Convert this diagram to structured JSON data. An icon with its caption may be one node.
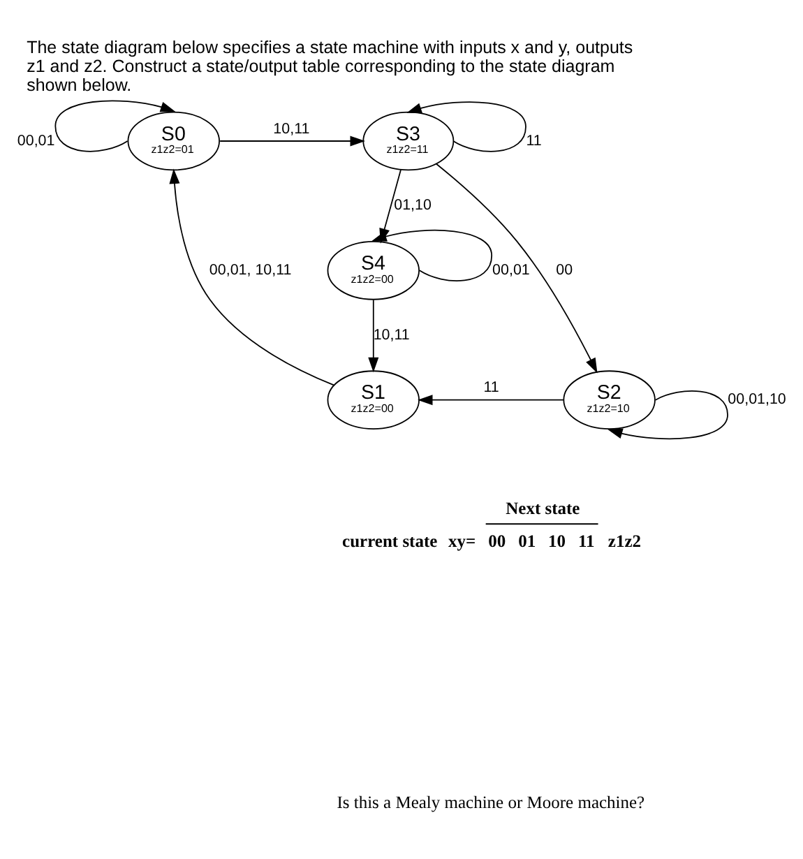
{
  "diagram": {
    "title": "The state diagram below specifies a state machine with inputs x and y, outputs z1 and z2. Construct a state/output table corresponding to the state diagram shown below.",
    "nodes": [
      {
        "text": [
          "S0",
          "z1z2=01"
        ]
      },
      {
        "text": [
          "S3",
          "z1z2=11"
        ]
      },
      {
        "text": [
          "S4",
          "z1z2=00"
        ]
      },
      {
        "text": [
          "S1",
          "z1z2=00"
        ]
      },
      {
        "text": [
          "S2",
          "z1z2=10"
        ]
      }
    ],
    "edges": [
      {
        "from": 0,
        "to": 0,
        "arrow": "to",
        "label": "00,01"
      },
      {
        "from": 0,
        "to": 1,
        "arrow": "to",
        "label": "10,11"
      },
      {
        "from": 1,
        "to": 1,
        "arrow": "to",
        "label": "11"
      },
      {
        "from": 1,
        "to": 2,
        "arrow": "to",
        "label": "01,10"
      },
      {
        "from": 2,
        "to": 2,
        "arrow": "to",
        "label": "00,01"
      },
      {
        "from": 1,
        "to": 4,
        "arrow": "to",
        "label": "00"
      },
      {
        "from": 2,
        "to": 3,
        "arrow": "to",
        "label": "10,11"
      },
      {
        "from": 3,
        "to": 0,
        "arrow": "to",
        "label": "00,01, 10,11"
      },
      {
        "from": 4,
        "to": 3,
        "arrow": "to",
        "label": "11"
      },
      {
        "from": 4,
        "to": 4,
        "arrow": "to",
        "label": "00,01,10"
      }
    ],
    "labels": [
      "Next state",
      "current state",
      "xy=",
      "00",
      "01",
      "10",
      "11",
      "z1z2",
      "Is this a Mealy machine or Moore machine?"
    ]
  }
}
